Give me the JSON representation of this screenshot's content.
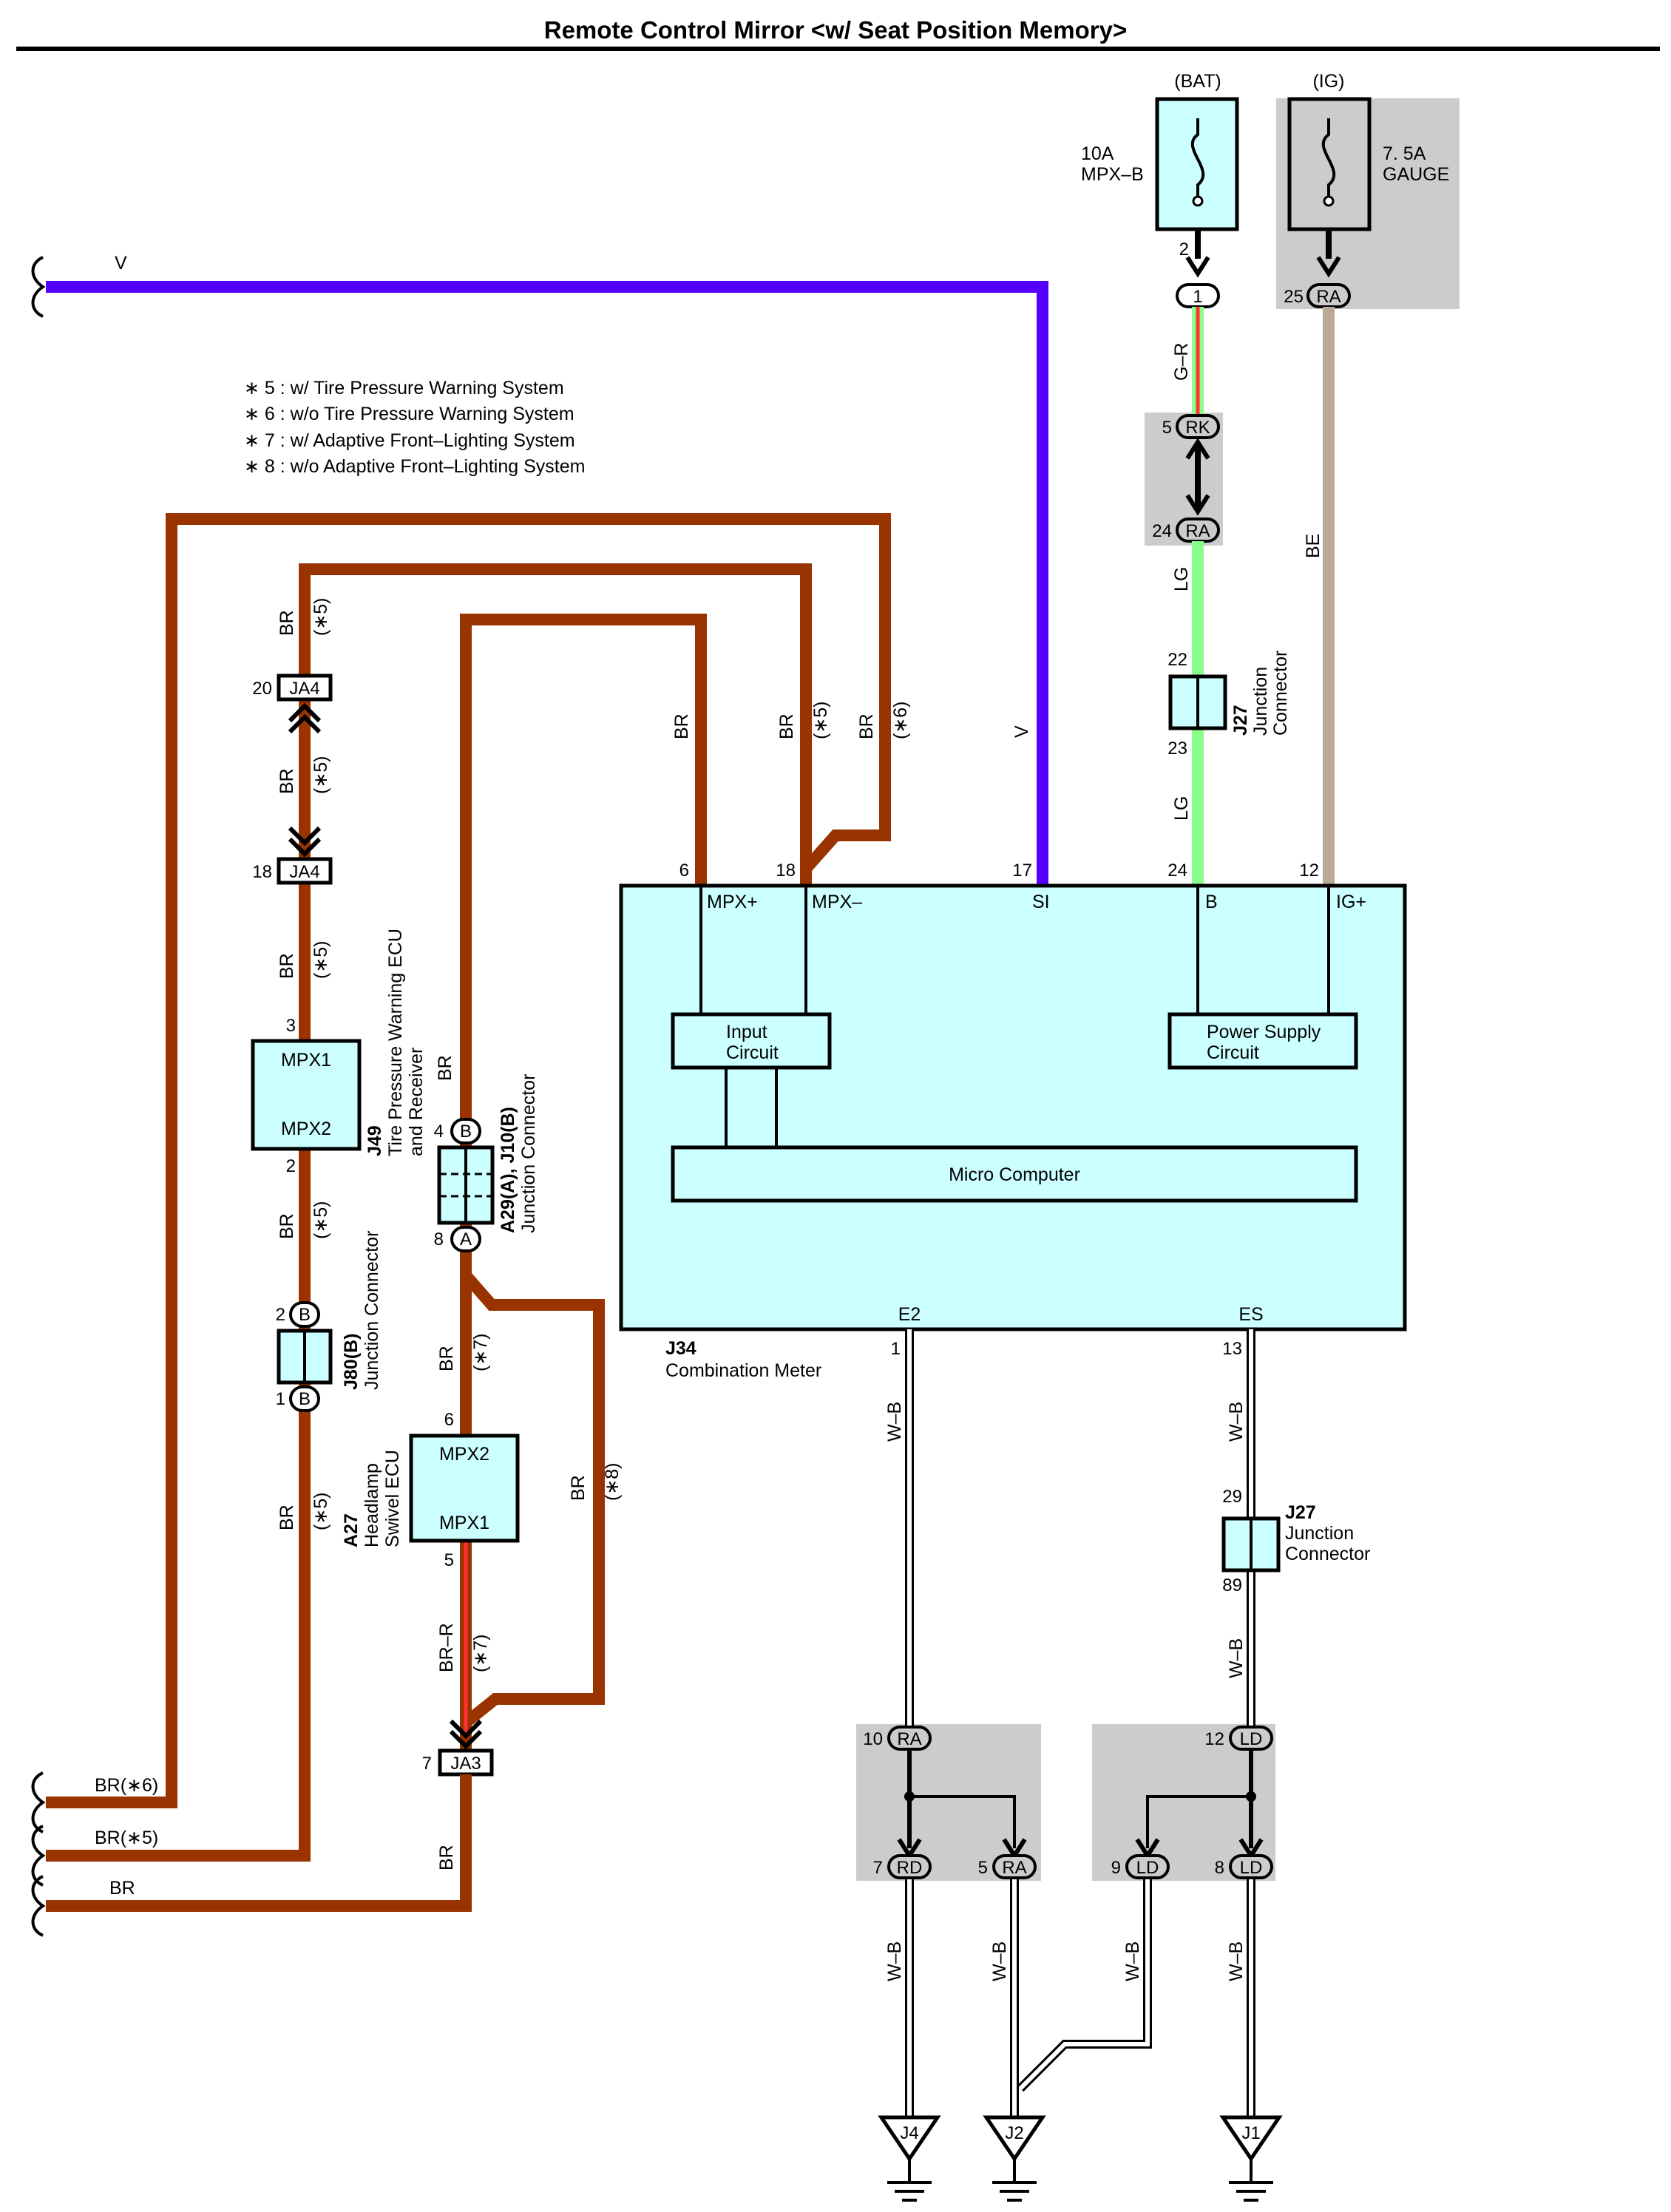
{
  "title": "Remote Control Mirror <w/ Seat Position Memory>",
  "notes": [
    "∗ 5 : w/ Tire Pressure Warning System",
    "∗ 6 : w/o Tire Pressure Warning System",
    "∗ 7 : w/ Adaptive Front–Lighting System",
    "∗ 8 : w/o Adaptive Front–Lighting System"
  ],
  "fuses": {
    "bat": {
      "source": "(BAT)",
      "rating": "10A",
      "name": "MPX–B",
      "pin": "2",
      "conn": "1"
    },
    "ig": {
      "source": "(IG)",
      "rating": "7. 5A",
      "name": "GAUGE",
      "pin": "25",
      "conn": "RA"
    }
  },
  "wires": {
    "v": "V",
    "gr": "G–R",
    "lg": "LG",
    "be": "BE",
    "br": "BR",
    "br_r": "BR–R",
    "wb": "W–B",
    "s5": "(∗5)",
    "s6": "(∗6)",
    "s7": "(∗7)",
    "s8": "(∗8)",
    "br6": "BR(∗6)",
    "br5": "BR(∗5)"
  },
  "connectors": {
    "rk": "RK",
    "ra": "RA",
    "rd": "RD",
    "ld": "LD",
    "ja4": "JA4",
    "ja3": "JA3",
    "a": "A",
    "b": "B"
  },
  "pins": {
    "p5": "5",
    "p24a": "24",
    "p22": "22",
    "p23": "23",
    "p24b": "24",
    "p12": "12",
    "p17": "17",
    "p18": "18",
    "p6": "6",
    "p20": "20",
    "p18b": "18",
    "p3": "3",
    "p2": "2",
    "p2b": "2",
    "p1": "1",
    "p4": "4",
    "p8": "8",
    "p6b": "6",
    "p5b": "5",
    "p7": "7",
    "p1e": "1",
    "p13": "13",
    "p29": "29",
    "p89": "89",
    "p10": "10",
    "p7b": "7",
    "p5c": "5",
    "p12b": "12",
    "p9": "9",
    "p8b": "8"
  },
  "meter": {
    "code": "J34",
    "name": "Combination Meter",
    "terminals": {
      "mpx_plus": "MPX+",
      "mpx_minus": "MPX–",
      "si": "SI",
      "b": "B",
      "ig_plus": "IG+",
      "e2": "E2",
      "es": "ES"
    },
    "input_circuit": [
      "Input",
      "Circuit"
    ],
    "power_supply": [
      "Power Supply",
      "Circuit"
    ],
    "micro": "Micro Computer"
  },
  "components": {
    "j27_top": {
      "code": "J27",
      "name": [
        "Junction",
        "Connector"
      ]
    },
    "j27_bottom": {
      "code": "J27",
      "name": [
        "Junction",
        "Connector"
      ]
    },
    "j49": {
      "code": "J49",
      "name": [
        "Tire Pressure Warning ECU",
        "and Receiver"
      ],
      "top": "MPX1",
      "bottom": "MPX2"
    },
    "a29": {
      "code": "A29(A), J10(B)",
      "name": "Junction Connector"
    },
    "j80": {
      "code": "J80(B)",
      "name": "Junction Connector"
    },
    "a27": {
      "code": "A27",
      "name": [
        "Headlamp",
        "Swivel ECU"
      ],
      "top": "MPX2",
      "bottom": "MPX1"
    }
  },
  "grounds": [
    "J4",
    "J2",
    "J1"
  ],
  "colors": {
    "brown": "#993300",
    "violet": "#5500ff",
    "light_green": "#88ff88",
    "beige": "#bba999",
    "red": "#ff3333",
    "teal_fill": "#ccffff",
    "shade": "#cccccc"
  }
}
